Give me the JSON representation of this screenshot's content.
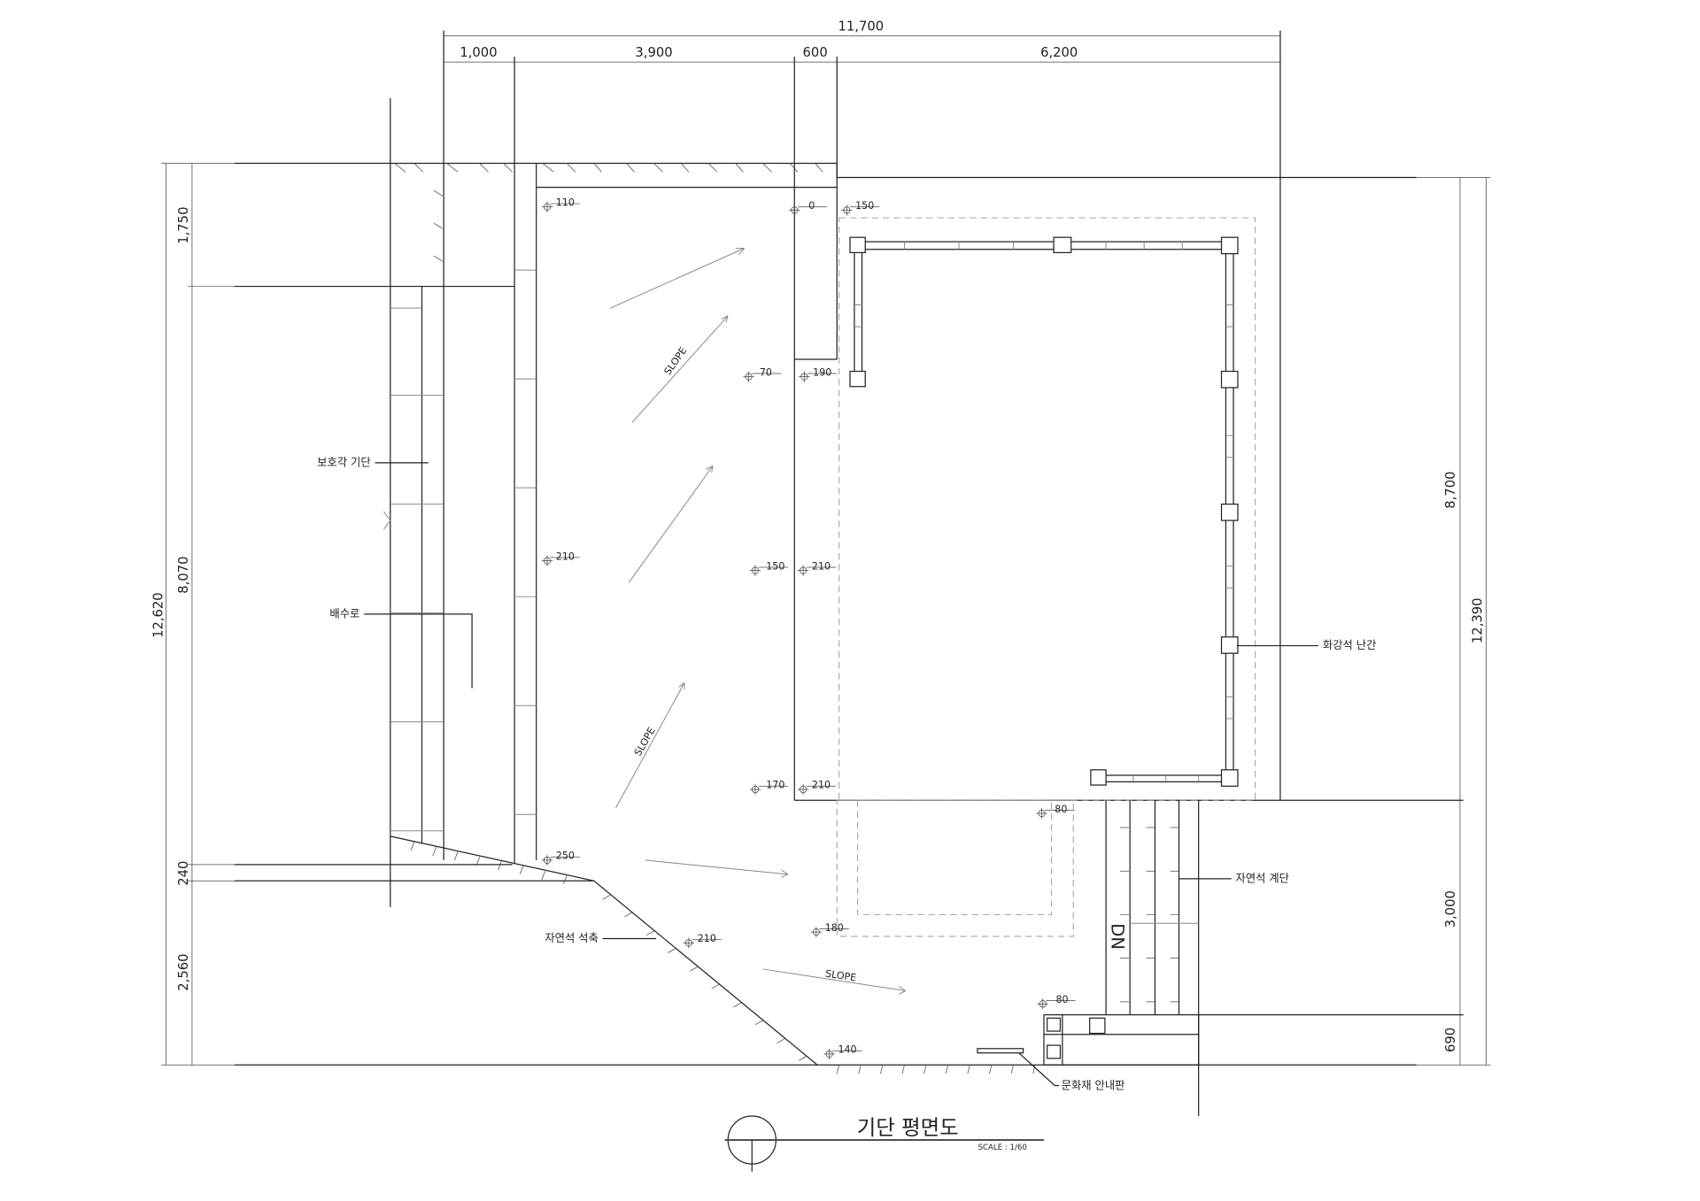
{
  "title": "기단 평면도",
  "scale": "SCALE : 1/60",
  "dimensions": {
    "top_total": "11,700",
    "top": [
      "1,000",
      "3,900",
      "600",
      "6,200"
    ],
    "left_total": "12,620",
    "left": [
      "1,750",
      "8,070",
      "240",
      "2,560"
    ],
    "right_total": "12,390",
    "right": [
      "8,700",
      "3,000",
      "690"
    ]
  },
  "labels": {
    "guard_pavilion_base": "보호각 기단",
    "drain": "배수로",
    "granite_railing": "화강석 난간",
    "natural_stone_stairs": "자연석 계단",
    "natural_stone_wall": "자연석 석축",
    "heritage_signboard": "문화재 안내판",
    "dn": "DN",
    "slope": "SLOPE"
  },
  "levels": [
    "110",
    "0",
    "150",
    "70",
    "190",
    "210",
    "150",
    "210",
    "170",
    "210",
    "80",
    "250",
    "180",
    "210",
    "80",
    "140"
  ]
}
